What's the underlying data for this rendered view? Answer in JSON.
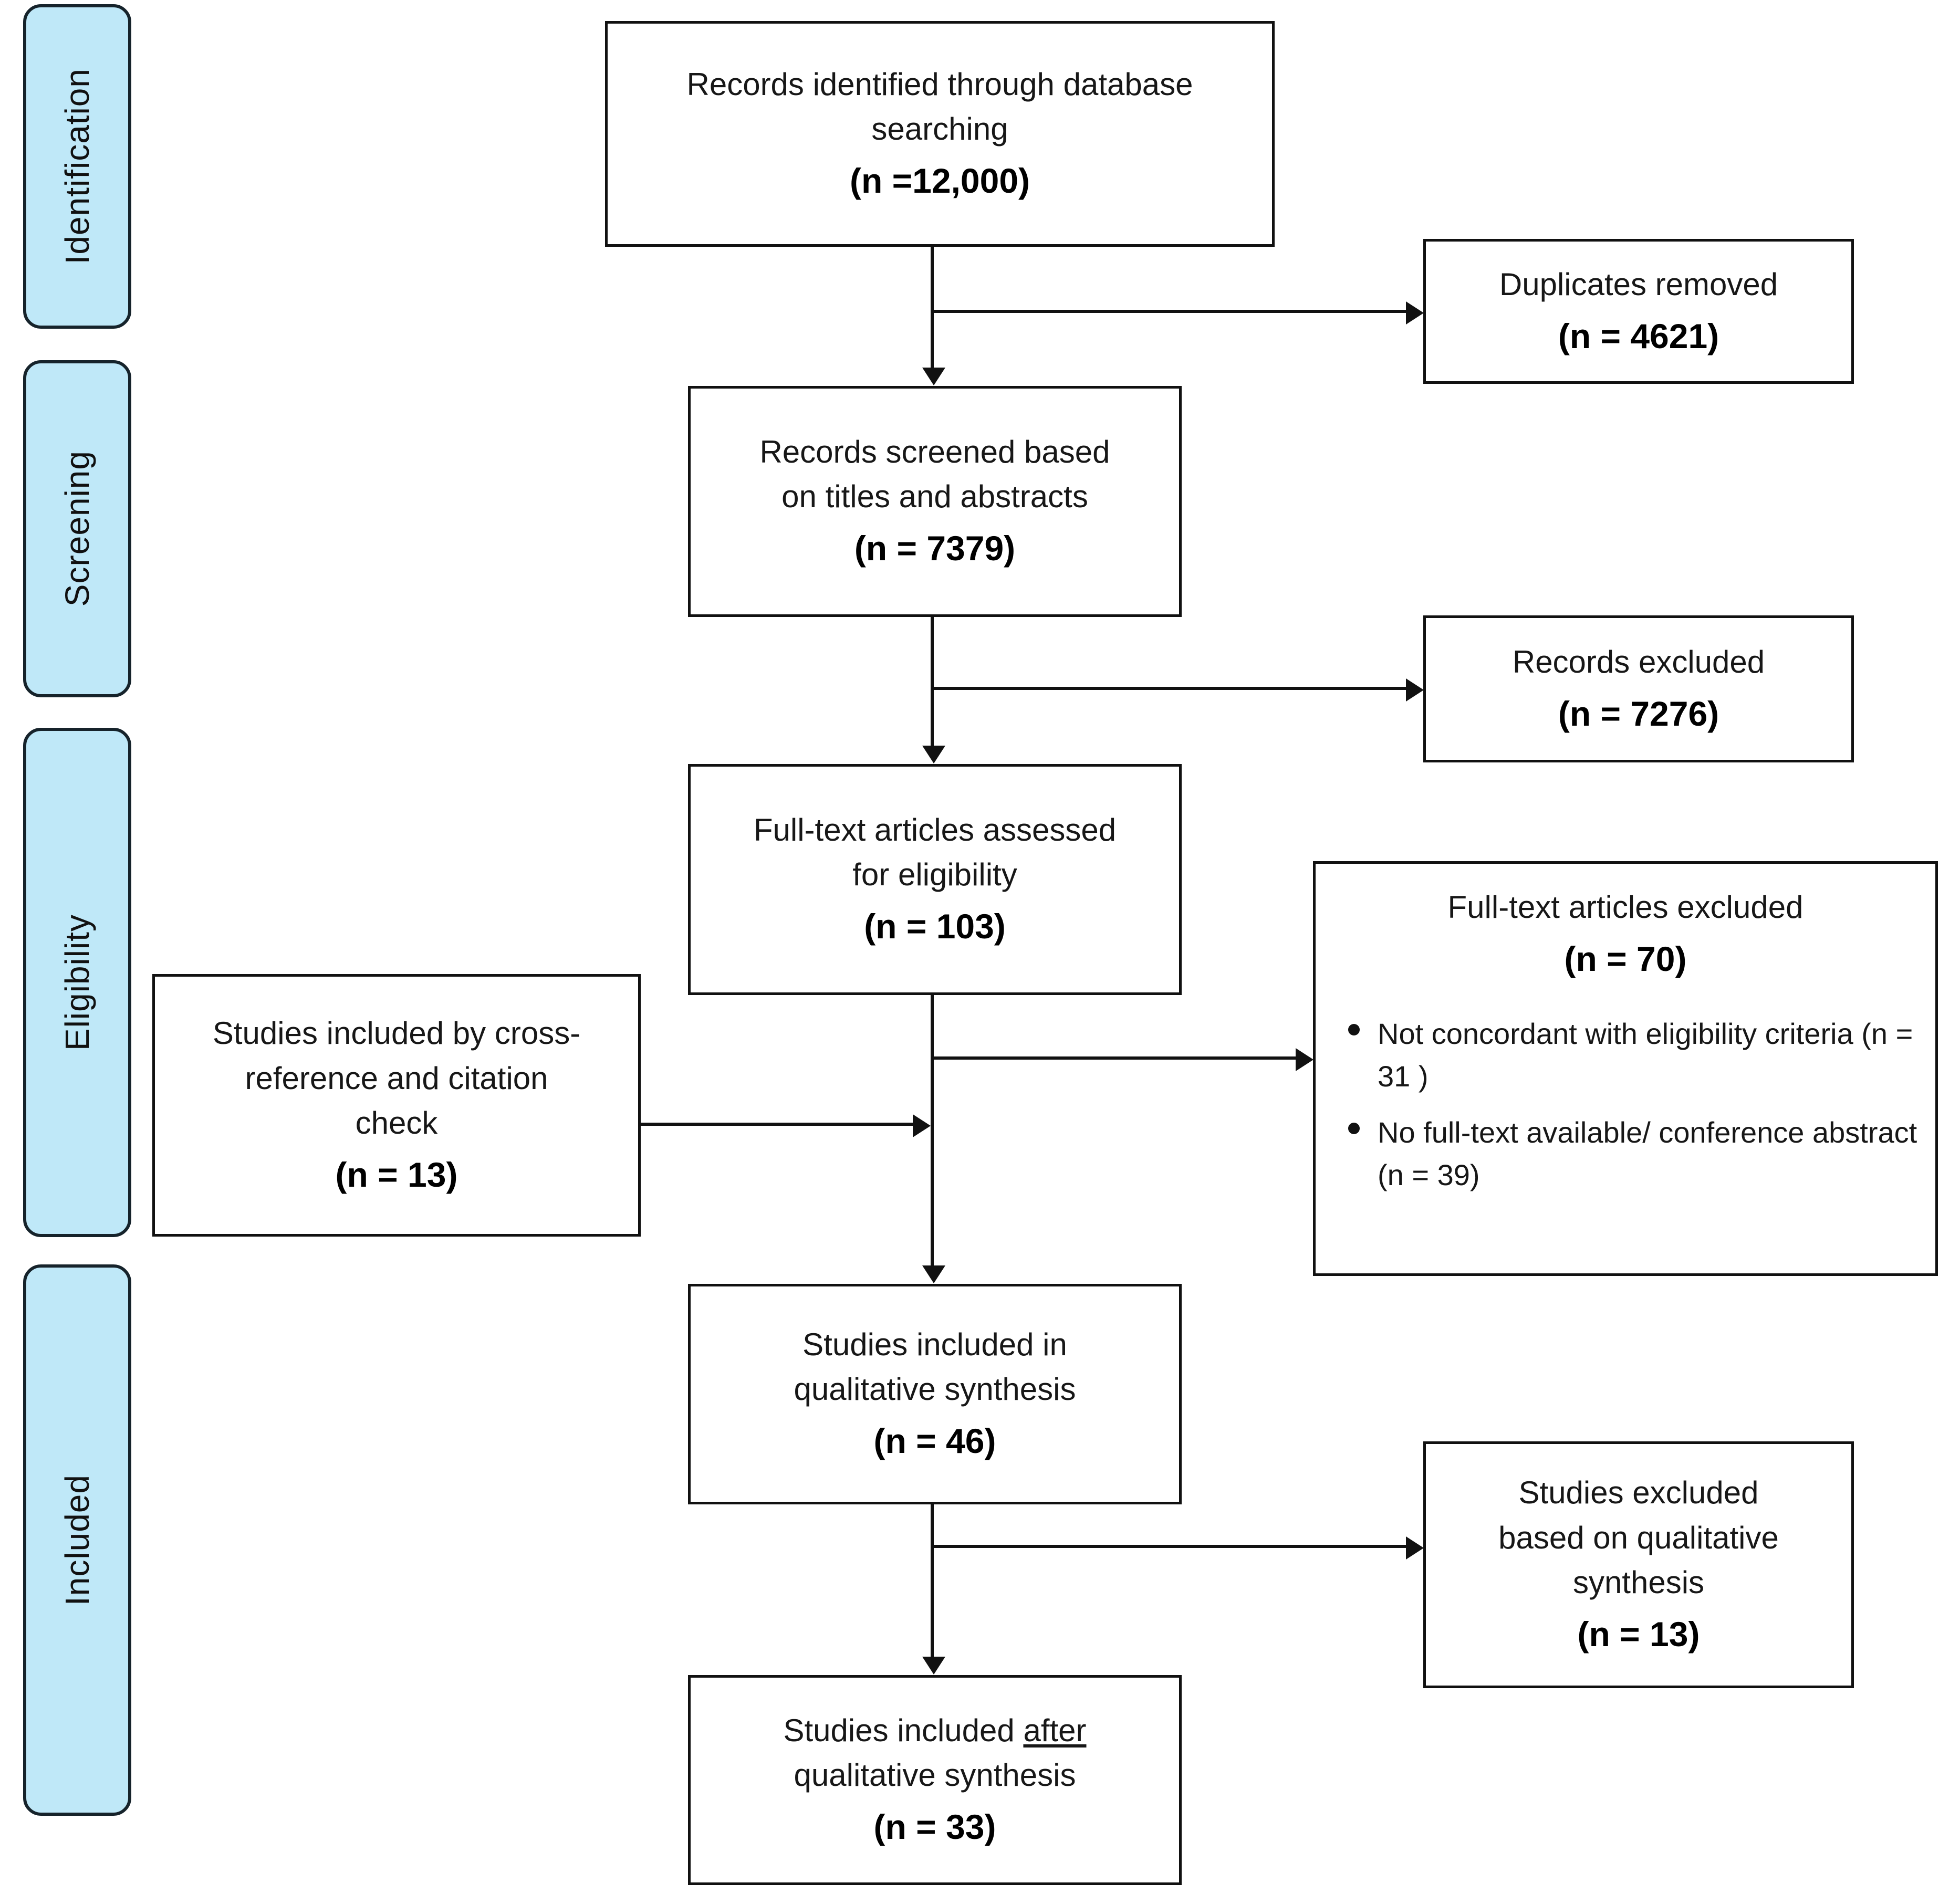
{
  "diagram": {
    "type": "prisma-flow-diagram",
    "accent_color": "#bfe8f8",
    "line_color": "#111111"
  },
  "stages": [
    {
      "label": "Identification"
    },
    {
      "label": "Screening"
    },
    {
      "label": "Eligibility"
    },
    {
      "label": "Included"
    }
  ],
  "boxes": {
    "identified": {
      "line1": "Records identified through database",
      "line2": "searching",
      "count": "(n =12,000)"
    },
    "duplicates": {
      "line1": "Duplicates removed",
      "count": "(n = 4621)"
    },
    "screened": {
      "line1": "Records screened based",
      "line2": "on titles and abstracts",
      "count": "(n = 7379)"
    },
    "records_excluded": {
      "line1": "Records excluded",
      "count": "(n = 7276)"
    },
    "fulltext_assessed": {
      "line1": "Full-text articles assessed",
      "line2": "for eligibility",
      "count": "(n = 103)"
    },
    "fulltext_excluded": {
      "line1": "Full-text articles excluded",
      "count": "(n = 70)",
      "reasons": [
        "Not concordant with eligibility criteria (n = 31 )",
        "No full-text available/ conference abstract (n = 39)"
      ]
    },
    "cross_reference": {
      "line1": "Studies included by cross-",
      "line2": "reference and citation",
      "line3": "check",
      "count": "(n = 13)"
    },
    "qualitative_included": {
      "line1": "Studies included in",
      "line2": "qualitative synthesis",
      "count": "(n = 46)"
    },
    "qualitative_excluded": {
      "line1": "Studies excluded",
      "line2": "based on qualitative",
      "line3": "synthesis",
      "count": "(n = 13)"
    },
    "final_included": {
      "line1_pre": "Studies included ",
      "line1_em": "after",
      "line2": "qualitative synthesis",
      "count": "(n = 33)"
    }
  },
  "chart_data": {
    "type": "flowchart",
    "title": "PRISMA study selection flow diagram",
    "nodes": [
      {
        "id": "identified",
        "stage": "Identification",
        "label": "Records identified through database searching",
        "n": 12000
      },
      {
        "id": "duplicates",
        "stage": "Identification",
        "label": "Duplicates removed",
        "n": 4621
      },
      {
        "id": "screened",
        "stage": "Screening",
        "label": "Records screened based on titles and abstracts",
        "n": 7379
      },
      {
        "id": "records_excluded",
        "stage": "Screening",
        "label": "Records excluded",
        "n": 7276
      },
      {
        "id": "fulltext_assessed",
        "stage": "Eligibility",
        "label": "Full-text articles assessed for eligibility",
        "n": 103
      },
      {
        "id": "fulltext_excluded",
        "stage": "Eligibility",
        "label": "Full-text articles excluded",
        "n": 70
      },
      {
        "id": "cross_reference",
        "stage": "Eligibility",
        "label": "Studies included by cross-reference and citation check",
        "n": 13
      },
      {
        "id": "qualitative_included",
        "stage": "Included",
        "label": "Studies included in qualitative synthesis",
        "n": 46
      },
      {
        "id": "qualitative_excluded",
        "stage": "Included",
        "label": "Studies excluded based on qualitative synthesis",
        "n": 13
      },
      {
        "id": "final_included",
        "stage": "Included",
        "label": "Studies included after qualitative synthesis",
        "n": 33
      }
    ],
    "sub_counts": [
      {
        "parent": "fulltext_excluded",
        "label": "Not concordant with eligibility criteria",
        "n": 31
      },
      {
        "parent": "fulltext_excluded",
        "label": "No full-text available/ conference abstract",
        "n": 39
      }
    ],
    "edges": [
      {
        "from": "identified",
        "to": "duplicates"
      },
      {
        "from": "identified",
        "to": "screened"
      },
      {
        "from": "screened",
        "to": "records_excluded"
      },
      {
        "from": "screened",
        "to": "fulltext_assessed"
      },
      {
        "from": "fulltext_assessed",
        "to": "fulltext_excluded"
      },
      {
        "from": "cross_reference",
        "to": "fulltext_assessed"
      },
      {
        "from": "fulltext_assessed",
        "to": "qualitative_included"
      },
      {
        "from": "qualitative_included",
        "to": "qualitative_excluded"
      },
      {
        "from": "qualitative_included",
        "to": "final_included"
      }
    ]
  }
}
